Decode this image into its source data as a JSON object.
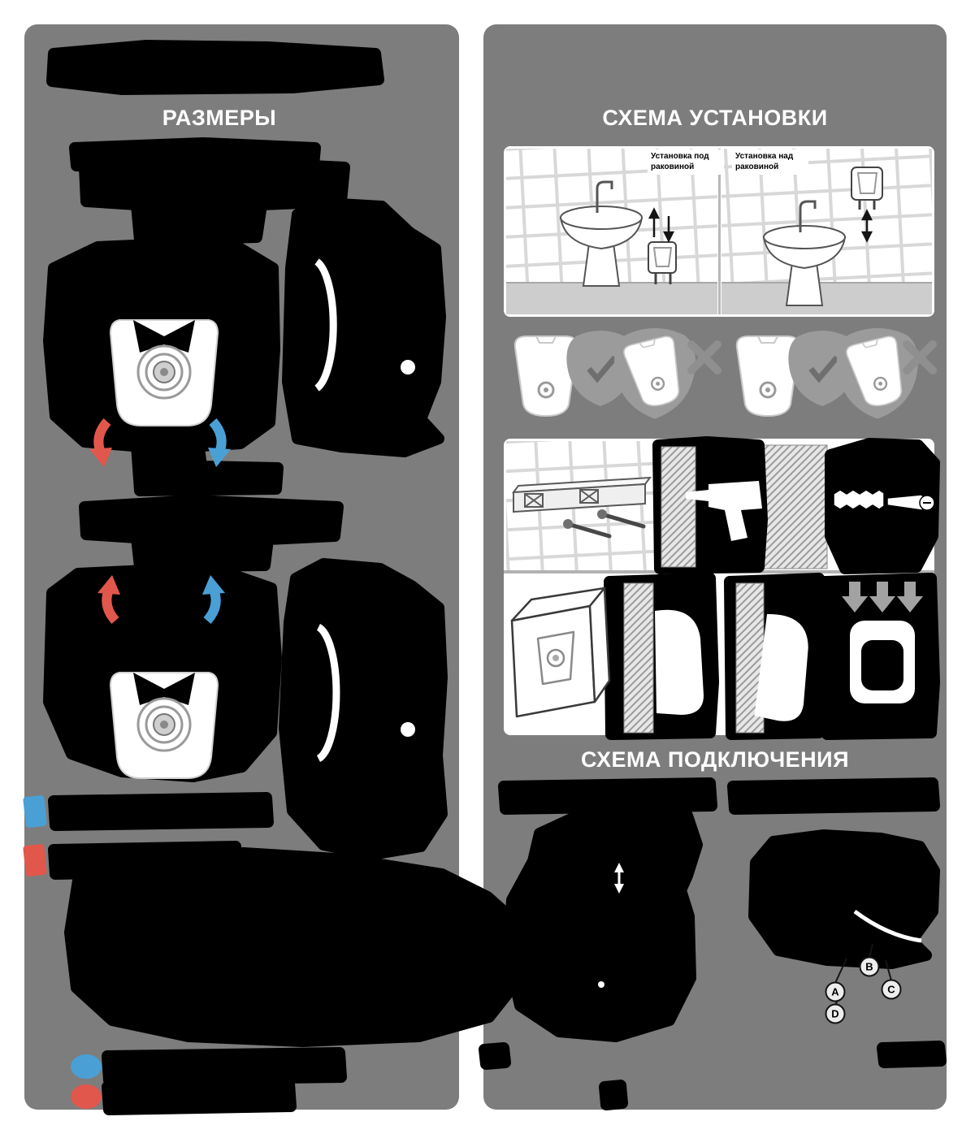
{
  "colors": {
    "canvas_gray": "#7d7d7d",
    "redaction_black": "#000000",
    "hot_red": "#e2574c",
    "cold_blue": "#4aa0d5",
    "panel_white": "#ffffff"
  },
  "left_column": {
    "dimensions_heading": "РАЗМЕРЫ"
  },
  "right_column": {
    "installation_heading": "СХЕМА УСТАНОВКИ",
    "connection_heading": "СХЕМА ПОДКЛЮЧЕНИЯ",
    "labels": {
      "under_sink": "Установка под раковиной",
      "over_sink": "Установка над раковиной"
    },
    "connection_points": {
      "a": "A",
      "b": "B",
      "c": "C",
      "d": "D"
    }
  }
}
